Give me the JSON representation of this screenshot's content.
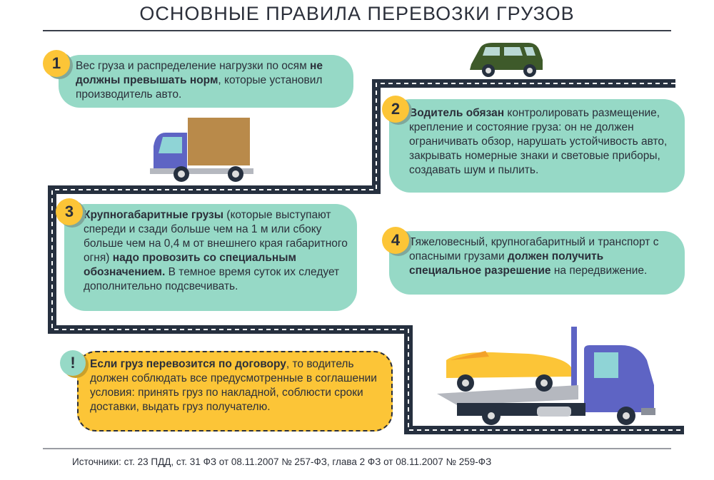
{
  "title": "ОСНОВНЫЕ ПРАВИЛА ПЕРЕВОЗКИ ГРУЗОВ",
  "rules": [
    {
      "number": "1",
      "parts": [
        "Вес груза и распределение нагрузки по осям ",
        "не должны превышать норм",
        ", которые установил производитель авто."
      ]
    },
    {
      "number": "2",
      "parts": [
        "Водитель обязан",
        " контролировать размещение, крепление и состояние груза: он не должен ограничивать обзор, нарушать устойчивость авто, закрывать номерные знаки и световые приборы, создавать шум и пылить."
      ]
    },
    {
      "number": "3",
      "parts": [
        "Крупногабаритные грузы",
        " (которые выступают спереди и сзади больше чем на 1 м или сбоку больше чем на 0,4 м от внешнего края габаритного огня) ",
        "надо провозить со специальным обозначением.",
        " В темное время суток их следует дополнительно подсвечивать."
      ]
    },
    {
      "number": "4",
      "parts": [
        "Тяжеловесный, крупногабаритный и транспорт с опасными грузами ",
        "должен получить специальное разрешение",
        " на передвижение."
      ]
    }
  ],
  "note": {
    "icon": "!",
    "parts": [
      "Если груз перевозится по договору",
      ", то водитель должен соблюдать все предусмотренные в соглашении условия: принять груз по накладной, соблюсти сроки доставки, выдать груз получателю."
    ]
  },
  "sources": "Источники: ст. 23 ПДД, ст. 31 ФЗ от 08.11.2007 № 257-ФЗ, глава 2 ФЗ от 08.11.2007 № 259-ФЗ",
  "colors": {
    "card": "#96d9c6",
    "badge": "#fcc537",
    "road": "#26303f",
    "text": "#2b2f3a"
  }
}
